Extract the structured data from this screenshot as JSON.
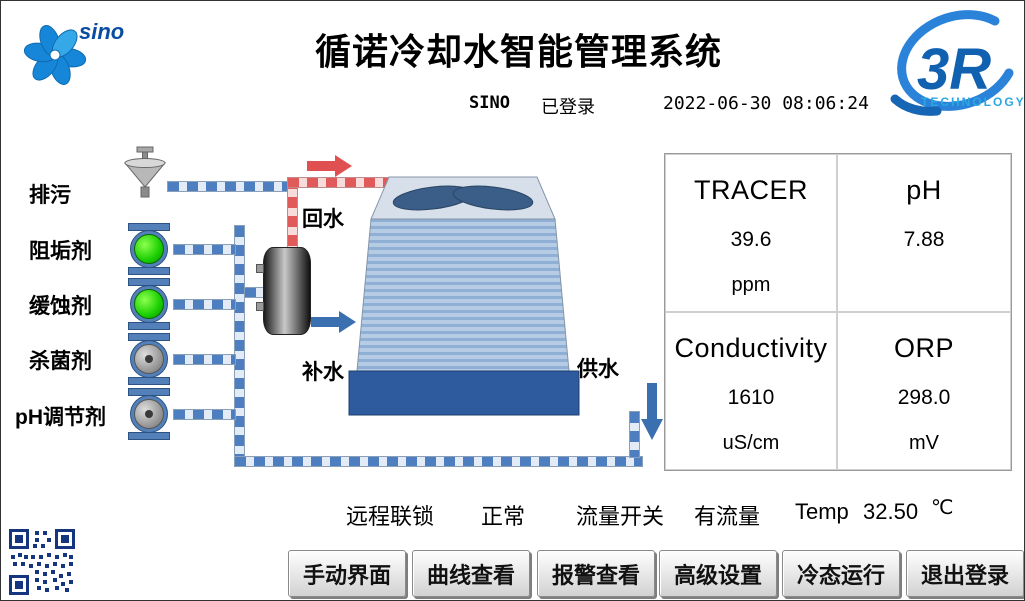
{
  "header": {
    "title": "循诺冷却水智能管理系统",
    "user": "SINO",
    "login_status": "已登录",
    "datetime": "2022-06-30 08:06:24"
  },
  "logos": {
    "sino_text": "sino",
    "r3_text": "3R",
    "r3_sub": "TECHNOLOGY"
  },
  "diagram": {
    "blowdown": "排污",
    "scale_inhibitor": "阻垢剂",
    "corrosion_inhibitor": "缓蚀剂",
    "biocide": "杀菌剂",
    "ph_adjuster": "pH调节剂",
    "return_water": "回水",
    "makeup_water": "补水",
    "supply_water": "供水"
  },
  "readings": {
    "tracer": {
      "label": "TRACER",
      "value": "39.6",
      "unit": "ppm"
    },
    "ph": {
      "label": "pH",
      "value": "7.88",
      "unit": ""
    },
    "conductivity": {
      "label": "Conductivity",
      "value": "1610",
      "unit": "uS/cm"
    },
    "orp": {
      "label": "ORP",
      "value": "298.0",
      "unit": "mV"
    }
  },
  "status": {
    "interlock_label": "远程联锁",
    "interlock_value": "正常",
    "flow_label": "流量开关",
    "flow_value": "有流量",
    "temp_label": "Temp",
    "temp_value": "32.50",
    "temp_unit": "℃"
  },
  "buttons": [
    {
      "label": "手动界面"
    },
    {
      "label": "曲线查看"
    },
    {
      "label": "报警查看"
    },
    {
      "label": "高级设置"
    },
    {
      "label": "冷态运行"
    },
    {
      "label": "退出登录"
    }
  ],
  "colors": {
    "pipe_blue": "#4d7fc0",
    "pipe_red": "#e05a5a",
    "pump_on": "#19cf00",
    "pump_off": "#9a9a9a",
    "basin_blue": "#2e5a9e",
    "logo_blue": "#1777d2"
  }
}
